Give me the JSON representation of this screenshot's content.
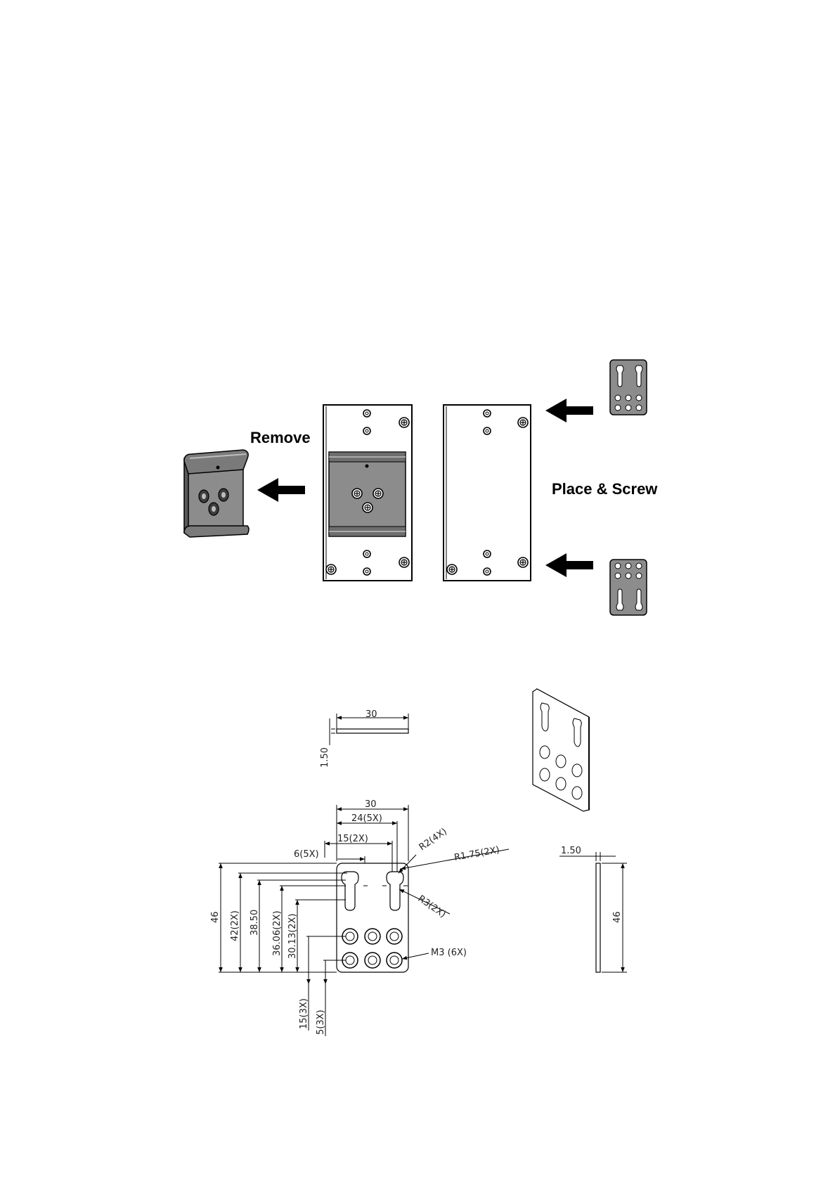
{
  "labels": {
    "remove": "Remove",
    "place_screw": "Place & Screw"
  },
  "dimensions": {
    "top_width": "30",
    "top_thickness": "1.50",
    "front_width": "30",
    "width_24": "24(5X)",
    "width_15": "15(2X)",
    "width_6": "6(5X)",
    "radius_r2": "R2(4X)",
    "radius_r175": "R1.75(2X)",
    "radius_r3": "R3(2X)",
    "screw_m3": "M3 (6X)",
    "height_46": "46",
    "height_42": "42(2X)",
    "height_3850": "38.50",
    "height_3606": "36.06(2X)",
    "height_3013": "30.13(2X)",
    "height_15": "15(3X)",
    "height_5": "5(3X)",
    "side_thickness": "1.50",
    "side_height": "46"
  },
  "colors": {
    "metal_fill": "#8c8c8c",
    "metal_dark": "#5a5a5a",
    "line": "#000000"
  },
  "icons": [
    "arrow-left-icon",
    "screw-icon",
    "hole-icon"
  ]
}
